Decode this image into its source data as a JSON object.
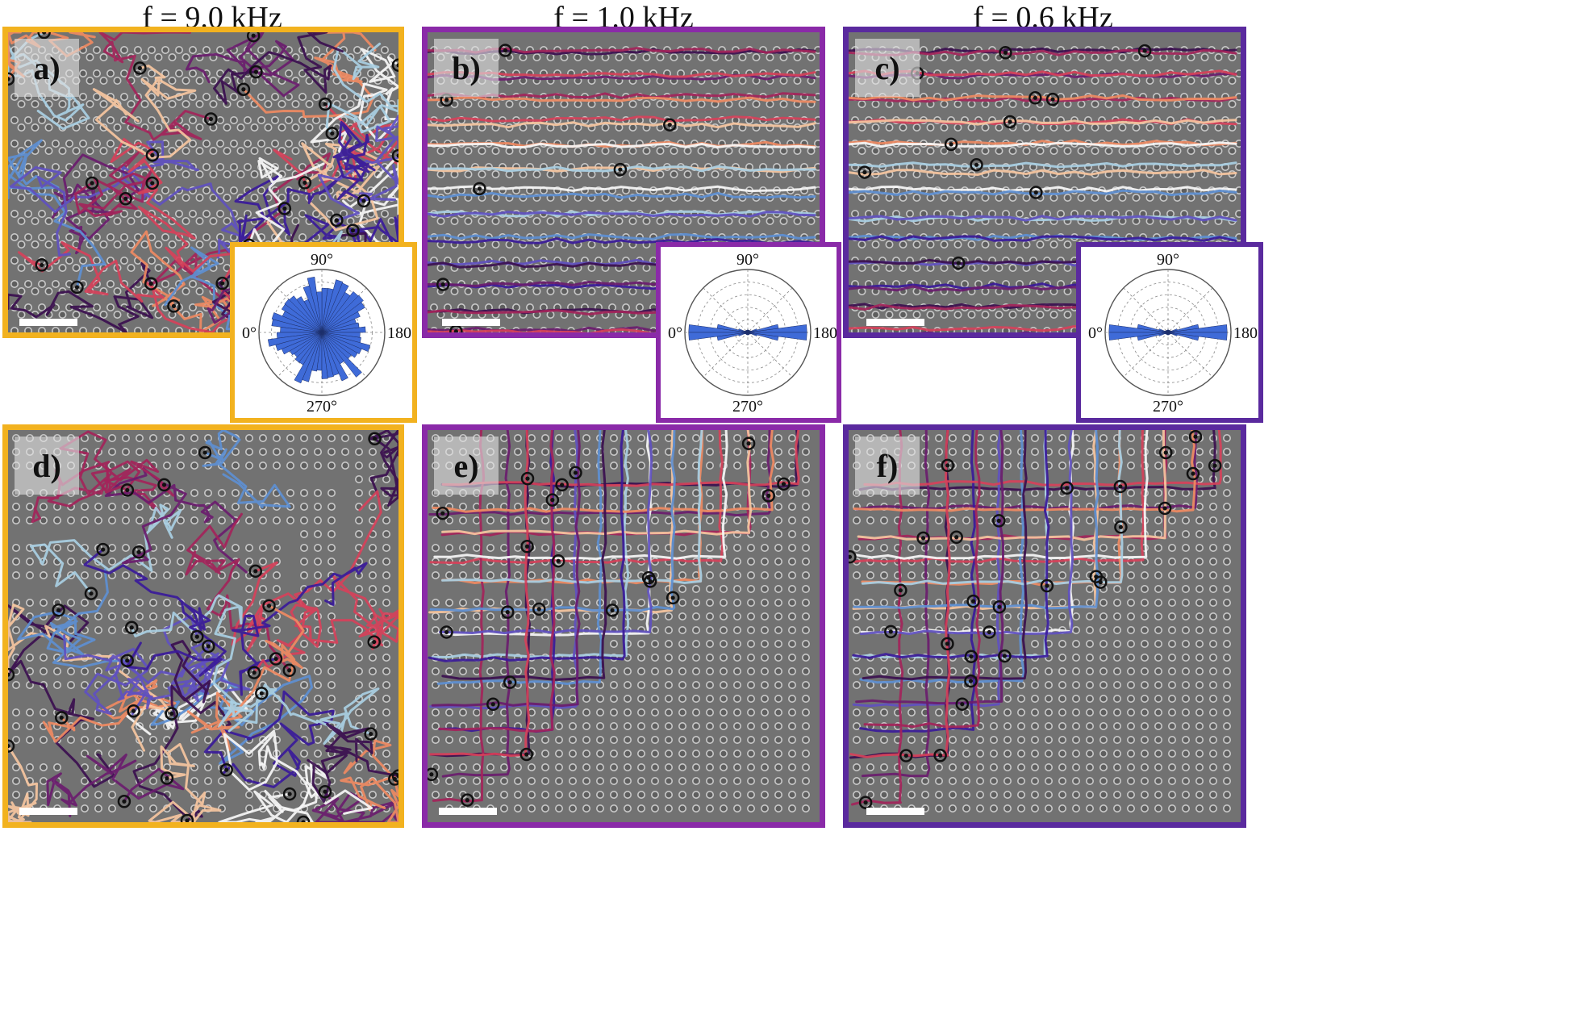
{
  "columns": [
    {
      "title": "f = 9.0 kHz",
      "color": "#f2b21f"
    },
    {
      "title": "f = 1.0 kHz",
      "color": "#8a2aa8"
    },
    {
      "title": "f = 0.6 kHz",
      "color": "#5a2a9e"
    }
  ],
  "panels": [
    {
      "label": "a)",
      "pattern": "rows",
      "motion": "random"
    },
    {
      "label": "b)",
      "pattern": "rows",
      "motion": "horizontal"
    },
    {
      "label": "c)",
      "pattern": "rows",
      "motion": "horizontal"
    },
    {
      "label": "d)",
      "pattern": "corner",
      "motion": "random"
    },
    {
      "label": "e)",
      "pattern": "corner",
      "motion": "guided"
    },
    {
      "label": "f)",
      "pattern": "corner",
      "motion": "guided"
    }
  ],
  "track_colors": [
    "#3b0f4f",
    "#6a1c6e",
    "#a3245a",
    "#d6415a",
    "#ef8a62",
    "#f6c6a0",
    "#f7f7f7",
    "#a9cfe3",
    "#5d8fd2",
    "#6050c0",
    "#3a1a9a"
  ],
  "polar_insets": [
    {
      "panel": "a)",
      "labels": {
        "top": "90°",
        "left": "0°",
        "right": "180°",
        "bottom": "270°"
      },
      "distribution": "isotropic"
    },
    {
      "panel": "b)",
      "labels": {
        "top": "90°",
        "left": "0°",
        "right": "180°",
        "bottom": "270°"
      },
      "distribution": "horizontal"
    },
    {
      "panel": "c)",
      "labels": {
        "top": "90°",
        "left": "0°",
        "right": "180°",
        "bottom": "270°"
      },
      "distribution": "horizontal"
    }
  ],
  "histogram_color": "#3f6bd8"
}
